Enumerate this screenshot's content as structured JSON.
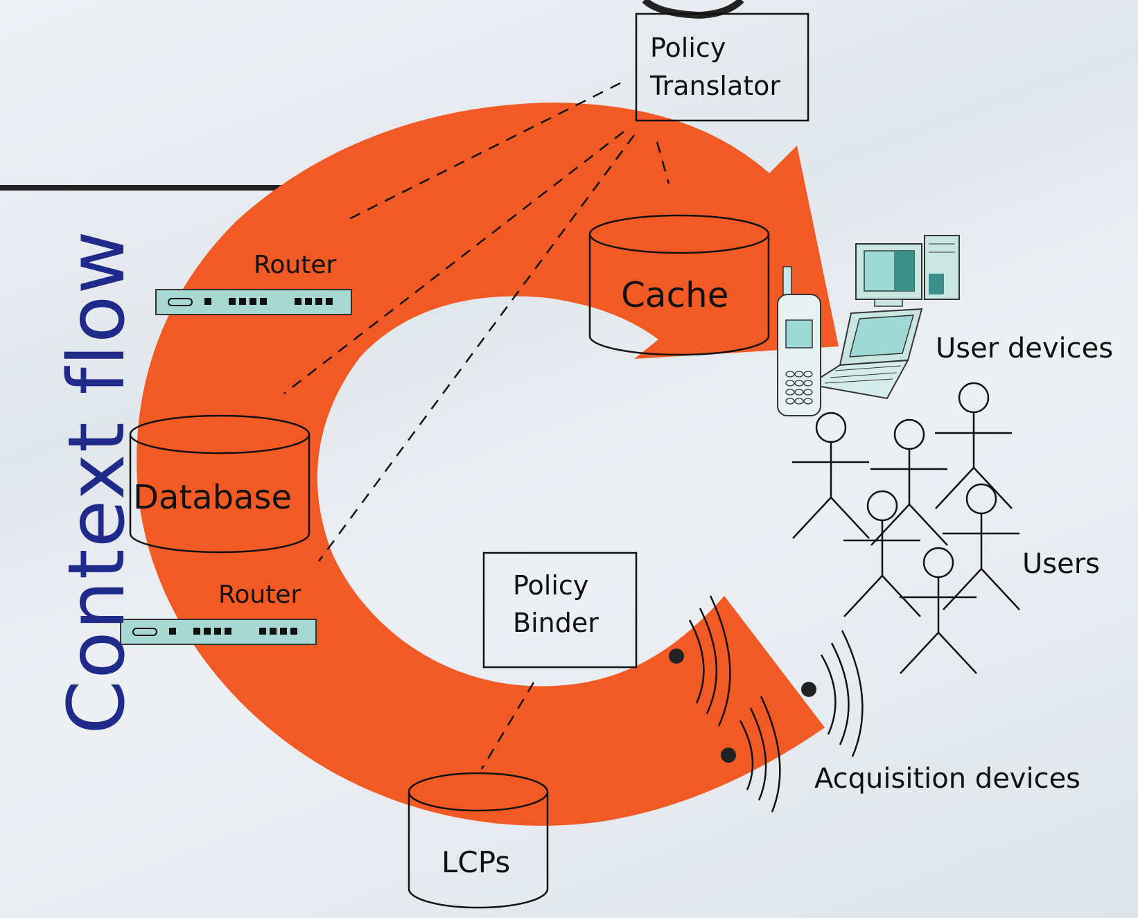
{
  "title": "Context flow",
  "nodes": {
    "policy_translator": [
      "Policy",
      "Translator"
    ],
    "policy_binder": [
      "Policy",
      "Binder"
    ],
    "cache": "Cache",
    "database": "Database",
    "lcps": "LCPs",
    "router_top": "Router",
    "router_bottom": "Router"
  },
  "groups": {
    "user_devices": "User devices",
    "users": "Users",
    "acquisition_devices": "Acquisition devices"
  },
  "colors": {
    "arrow": "#f15a24",
    "title": "#1f2a8a",
    "router": "#a8d8d2",
    "screen": "#9fd9d4"
  }
}
